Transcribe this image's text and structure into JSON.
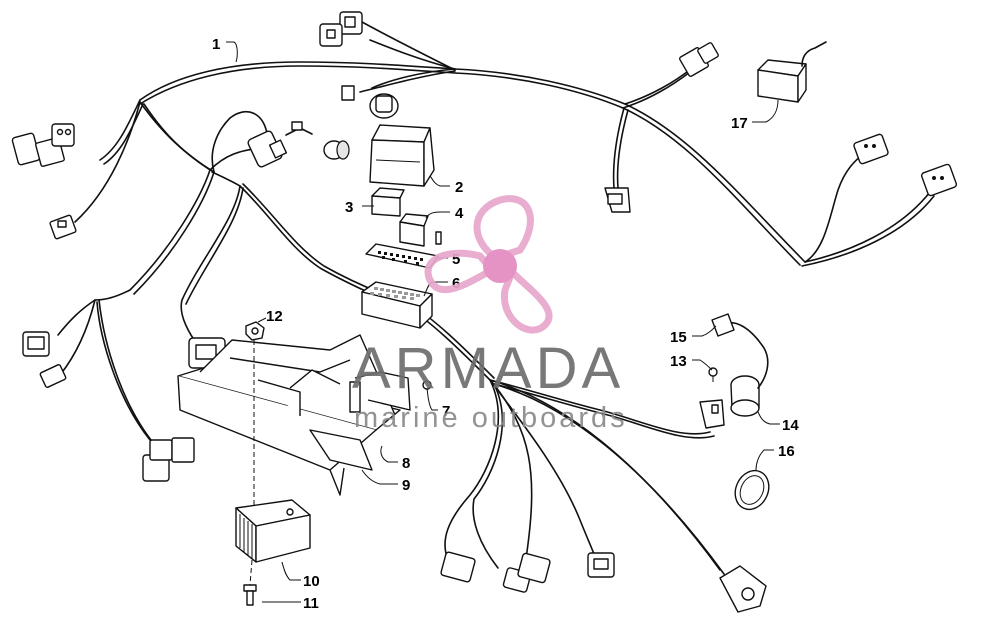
{
  "diagram": {
    "callouts": [
      {
        "id": "1",
        "text": "1"
      },
      {
        "id": "2",
        "text": "2"
      },
      {
        "id": "3",
        "text": "3"
      },
      {
        "id": "4",
        "text": "4"
      },
      {
        "id": "5",
        "text": "5"
      },
      {
        "id": "6",
        "text": "6"
      },
      {
        "id": "7",
        "text": "7"
      },
      {
        "id": "8",
        "text": "8"
      },
      {
        "id": "9",
        "text": "9"
      },
      {
        "id": "10",
        "text": "10"
      },
      {
        "id": "11",
        "text": "11"
      },
      {
        "id": "12",
        "text": "12"
      },
      {
        "id": "13",
        "text": "13"
      },
      {
        "id": "14",
        "text": "14"
      },
      {
        "id": "15",
        "text": "15"
      },
      {
        "id": "16",
        "text": "16"
      },
      {
        "id": "17",
        "text": "17"
      }
    ]
  },
  "watermark": {
    "brand": "ARMADA",
    "tagline": "marine outboards",
    "logo_color": "#e7a7cc",
    "logo_core_color": "#e389bf",
    "text_color": "#6d6d6d"
  }
}
